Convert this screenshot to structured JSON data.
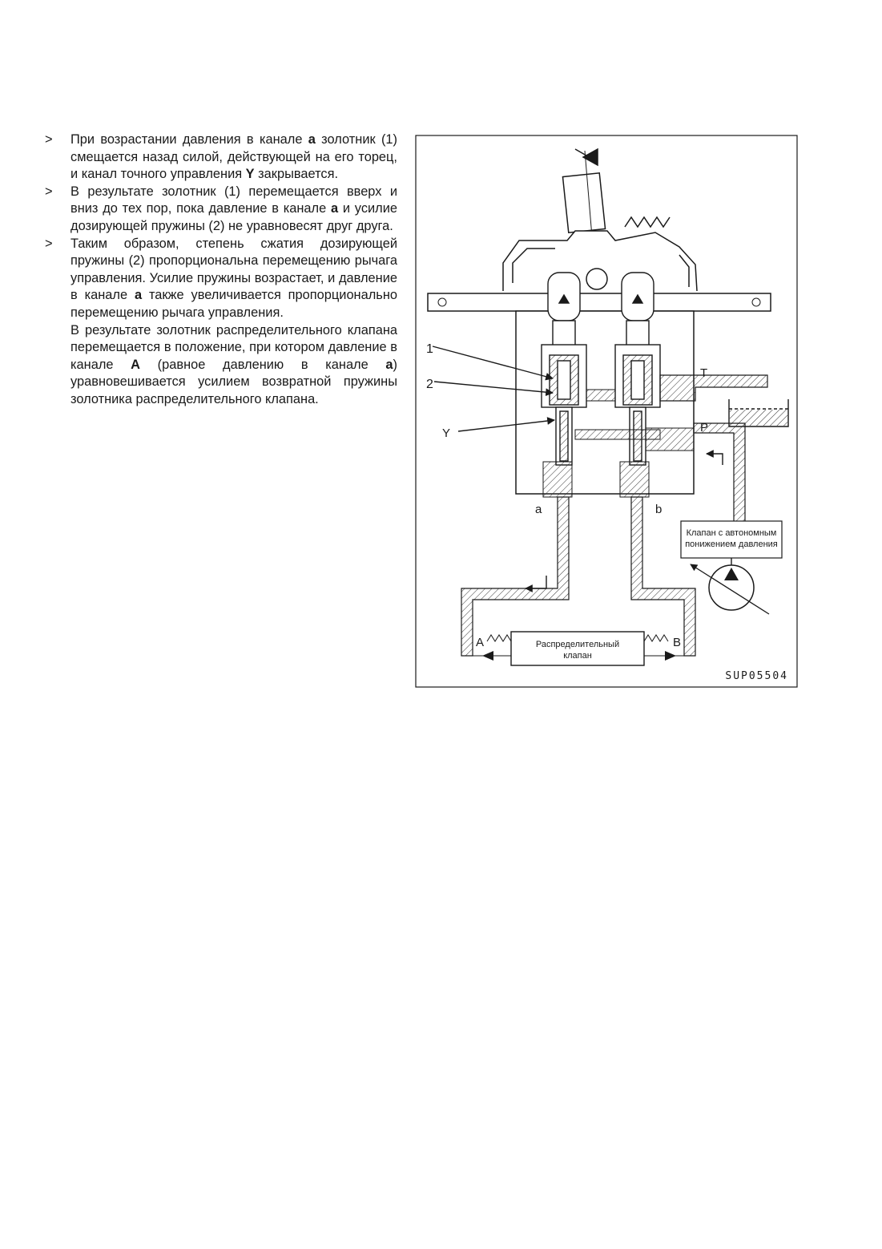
{
  "text": {
    "marker": ">",
    "bullet1": {
      "a": "При возрастании давления в канале ",
      "b": "a",
      "c": " золотник (1) смещается назад силой, действующей на его торец, и канал точного управления ",
      "d": "Y",
      "e": " закрывается."
    },
    "bullet2": {
      "a": "В результате золотник (1) перемещается вверх и вниз до тех пор, пока давление в канале ",
      "b": "a",
      "c": " и усилие дозирующей пружины (2) не уравновесят друг друга."
    },
    "bullet3": {
      "a": "Таким образом, степень сжатия дозирующей пружины (2) пропорциональна перемещению рычага управления. Усилие пружины возрастает, и давление в канале ",
      "b": "a",
      "c": " также увеличивается пропорционально перемещению рычага управления."
    },
    "continuation": {
      "a": "В результате золотник распределительного клапана перемещается в положение, при котором давление в канале ",
      "b": "A",
      "c": " (равное давлению в канале ",
      "d": "a",
      "e": ") уравновешивается усилием возвратной пружины золотника распределительного клапана."
    }
  },
  "figure": {
    "label_1": "1",
    "label_2": "2",
    "label_Y": "Y",
    "label_T": "T",
    "label_P": "P",
    "label_a": "a",
    "label_b": "b",
    "label_A": "A",
    "label_B": "B",
    "reducing_valve_line1": "Клапан с автономным",
    "reducing_valve_line2": "понижением давления",
    "control_valve_line1": "Распределительный",
    "control_valve_line2": "клапан",
    "code": "SUP05504"
  }
}
